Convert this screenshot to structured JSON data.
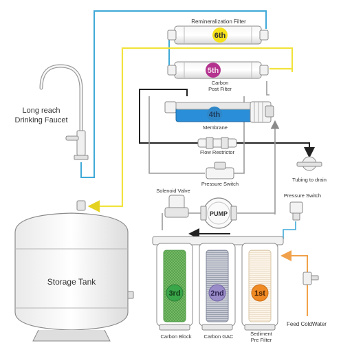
{
  "diagram": {
    "labels": {
      "remineralization_filter": "Remineralization Filter",
      "carbon_post_filter_l1": "Carbon",
      "carbon_post_filter_l2": "Post Filter",
      "membrane": "Membrane",
      "flow_restrictor": "Flow Restrictor",
      "pressure_switch_center": "Pressure Switch",
      "tubing_to_drain": "Tubing to drain",
      "solenoid_valve": "Solenoid Valve",
      "pump": "PUMP",
      "pressure_switch_right": "Pressure Switch",
      "faucet_l1": "Long reach",
      "faucet_l2": "Drinking Faucet",
      "storage_tank": "Storage Tank",
      "carbon_block": "Carbon Block",
      "carbon_gac": "Carbon GAC",
      "sediment_l1": "Sediment",
      "sediment_l2": "Pre Filter",
      "feed_cold_water": "Feed ColdWater"
    },
    "stages": {
      "stage6": "6th",
      "stage5": "5th",
      "stage4": "4th",
      "stage3": "3rd",
      "stage2": "2nd",
      "stage1": "1st"
    },
    "colors": {
      "product_line_yellow": "#f2e33c",
      "drinking_line_blue": "#3fa9d8",
      "drain_line_black": "#222222",
      "feed_line_orange": "#f0a14a",
      "stage6_yellow": "#f5e21a",
      "stage5_purple": "#b4338f",
      "stage4_blue": "#2f87c8",
      "stage3_green": "#3aa64a",
      "stage2_lavender": "#9a8cc8",
      "stage1_orange": "#f08a24",
      "membrane_blue": "#2a8fd8",
      "tube_gray": "#9a9a9a"
    }
  }
}
